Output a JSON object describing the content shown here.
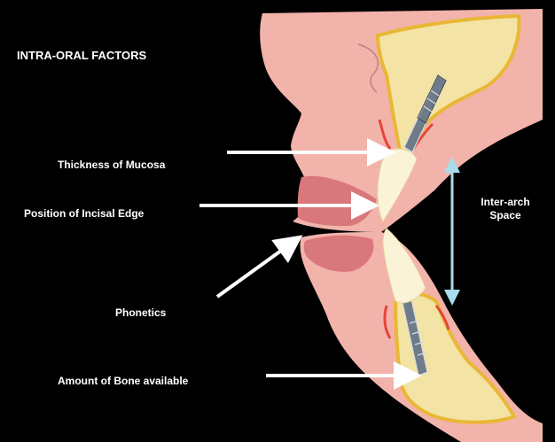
{
  "title": "INTRA-ORAL FACTORS",
  "labels": {
    "thickness_of_mucosa": "Thickness of Mucosa",
    "position_of_incisal_edge": "Position of Incisal Edge",
    "inter_arch_line1": "Inter-arch",
    "inter_arch_line2": "Space",
    "phonetics": "Phonetics",
    "amount_of_bone": "Amount of Bone available"
  },
  "colors": {
    "background": "#000000",
    "soft_tissue": "#f2b3ab",
    "lip": "#d9787c",
    "gum_outline": "#e7443a",
    "bone": "#f3e3a4",
    "bone_outline": "#e9b735",
    "implant": "#6f7b89",
    "tooth": "#fbf3d8",
    "arrow": "#ffffff",
    "double_arrow": "#a9dcec"
  }
}
